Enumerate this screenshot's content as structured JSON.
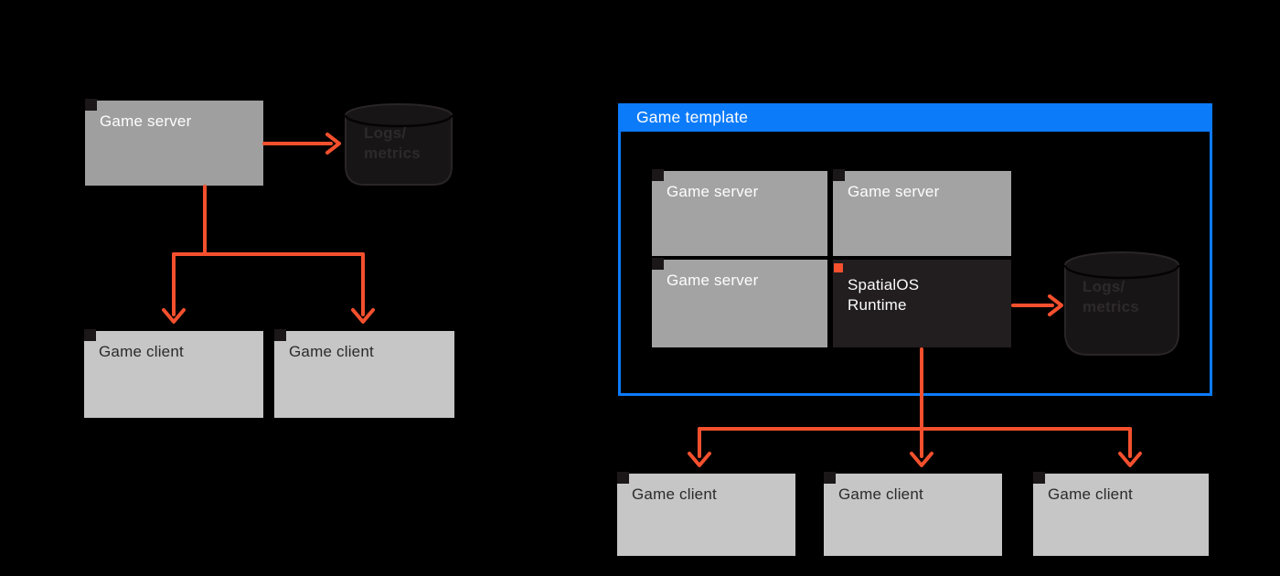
{
  "left_diagram": {
    "game_server": {
      "label": "Game server"
    },
    "logs_metrics": {
      "line1": "Logs/",
      "line2": "metrics"
    },
    "game_clients": [
      {
        "label": "Game client"
      },
      {
        "label": "Game client"
      }
    ]
  },
  "right_diagram": {
    "header": {
      "title": "Game template"
    },
    "game_servers": [
      {
        "label": "Game server"
      },
      {
        "label": "Game server"
      },
      {
        "label": "Game server"
      }
    ],
    "runtime": {
      "line1": "SpatialOS",
      "line2": "Runtime"
    },
    "logs_metrics": {
      "line1": "Logs/",
      "line2": "metrics"
    },
    "game_clients": [
      {
        "label": "Game client"
      },
      {
        "label": "Game client"
      },
      {
        "label": "Game client"
      }
    ]
  },
  "colors": {
    "background": "#000000",
    "accent_orange": "#f4502e",
    "accent_blue": "#0c7bfa",
    "server_gray": "#9f9f9f",
    "client_gray": "#c6c6c6",
    "runtime_dark": "#221e1f",
    "cylinder_fill": "#181516",
    "cylinder_text": "#2e2a2b"
  }
}
